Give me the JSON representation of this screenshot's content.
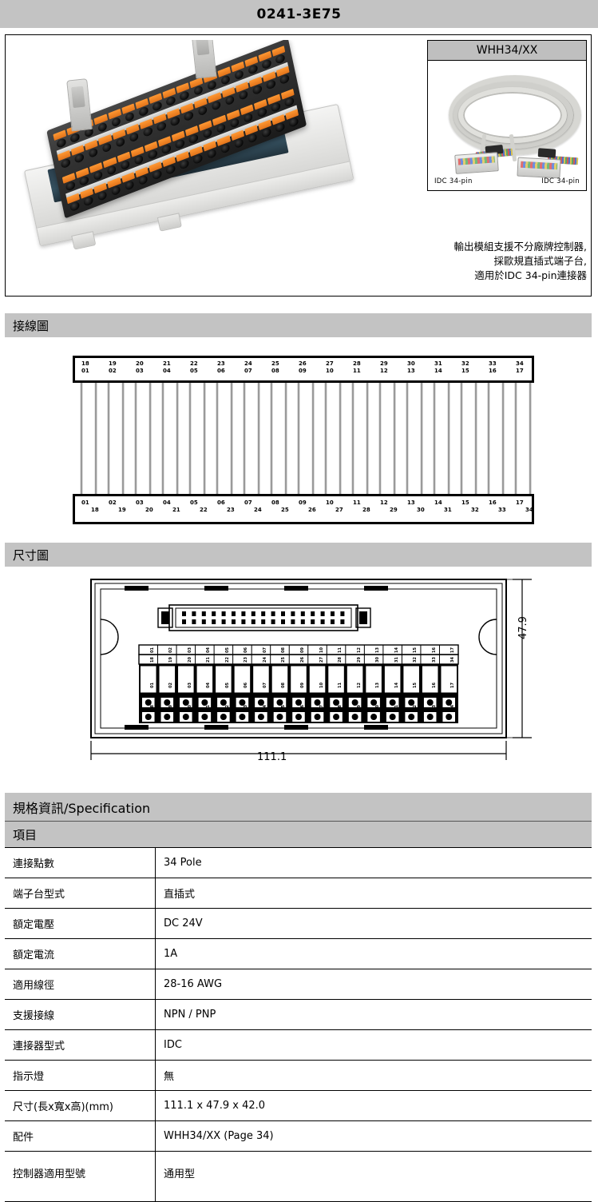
{
  "title": "0241-3E75",
  "product_photo": {
    "alt_name": "terminal-block-module-photo"
  },
  "accessory": {
    "header": "WHH34/XX",
    "pin_label_left": "IDC 34-pin",
    "pin_label_right": "IDC 34-pin",
    "description_lines": [
      "輸出模組支援不分廠牌控制器,",
      "採歐規直插式端子台,",
      "適用於IDC 34-pin連接器"
    ]
  },
  "sections": {
    "wiring_title": "接線圖",
    "dimension_title": "尺寸圖"
  },
  "wiring_diagram": {
    "top_block": {
      "top_labels": [
        "18",
        "19",
        "20",
        "21",
        "22",
        "23",
        "24",
        "25",
        "26",
        "27",
        "28",
        "29",
        "30",
        "31",
        "32",
        "33",
        "34"
      ],
      "bottom_labels": [
        "01",
        "02",
        "03",
        "04",
        "05",
        "06",
        "07",
        "08",
        "09",
        "10",
        "11",
        "12",
        "13",
        "14",
        "15",
        "16",
        "17"
      ]
    },
    "bottom_block": {
      "top_labels": [
        "01",
        "02",
        "03",
        "04",
        "05",
        "06",
        "07",
        "08",
        "09",
        "10",
        "11",
        "12",
        "13",
        "14",
        "15",
        "16",
        "17"
      ],
      "bottom_labels": [
        "18",
        "19",
        "20",
        "21",
        "22",
        "23",
        "24",
        "25",
        "26",
        "27",
        "28",
        "29",
        "30",
        "31",
        "32",
        "33",
        "34"
      ]
    },
    "wire_count": 34
  },
  "dimension_drawing": {
    "width_label": "111.1",
    "height_label": "47.9",
    "terminal_top_row": [
      "01",
      "02",
      "03",
      "04",
      "05",
      "06",
      "07",
      "08",
      "09",
      "10",
      "11",
      "12",
      "13",
      "14",
      "15",
      "16",
      "17"
    ],
    "terminal_second_row": [
      "18",
      "19",
      "20",
      "21",
      "22",
      "23",
      "24",
      "25",
      "26",
      "27",
      "28",
      "29",
      "30",
      "31",
      "32",
      "33",
      "34"
    ],
    "terminal_mid_row": [
      "01",
      "02",
      "03",
      "04",
      "05",
      "06",
      "07",
      "08",
      "09",
      "10",
      "11",
      "12",
      "13",
      "14",
      "15",
      "16",
      "17"
    ],
    "terminal_low_row": [
      "18",
      "19",
      "20",
      "21",
      "22",
      "23",
      "24",
      "25",
      "26",
      "27",
      "28",
      "29",
      "30",
      "31",
      "32",
      "33",
      "34"
    ]
  },
  "specification": {
    "header": "規格資訊/Specification",
    "subheader": "項目",
    "rows": [
      {
        "key": "連接點數",
        "value": "34 Pole"
      },
      {
        "key": "端子台型式",
        "value": "直插式"
      },
      {
        "key": "額定電壓",
        "value": "DC 24V"
      },
      {
        "key": "額定電流",
        "value": "1A"
      },
      {
        "key": "適用線徑",
        "value": "28-16 AWG"
      },
      {
        "key": "支援接線",
        "value": "NPN / PNP"
      },
      {
        "key": "連接器型式",
        "value": "IDC"
      },
      {
        "key": "指示燈",
        "value": "無"
      },
      {
        "key": "尺寸(長x寬x高)(mm)",
        "value": "111.1 x 47.9 x 42.0"
      },
      {
        "key": "配件",
        "value": "WHH34/XX (Page 34)"
      },
      {
        "key": "控制器適用型號",
        "value": "通用型"
      }
    ]
  },
  "colors": {
    "band_gray": "#c3c3c3",
    "lever_orange": "#ec7d1e",
    "wire_gray": "#9a9a9a",
    "border_black": "#000000"
  }
}
